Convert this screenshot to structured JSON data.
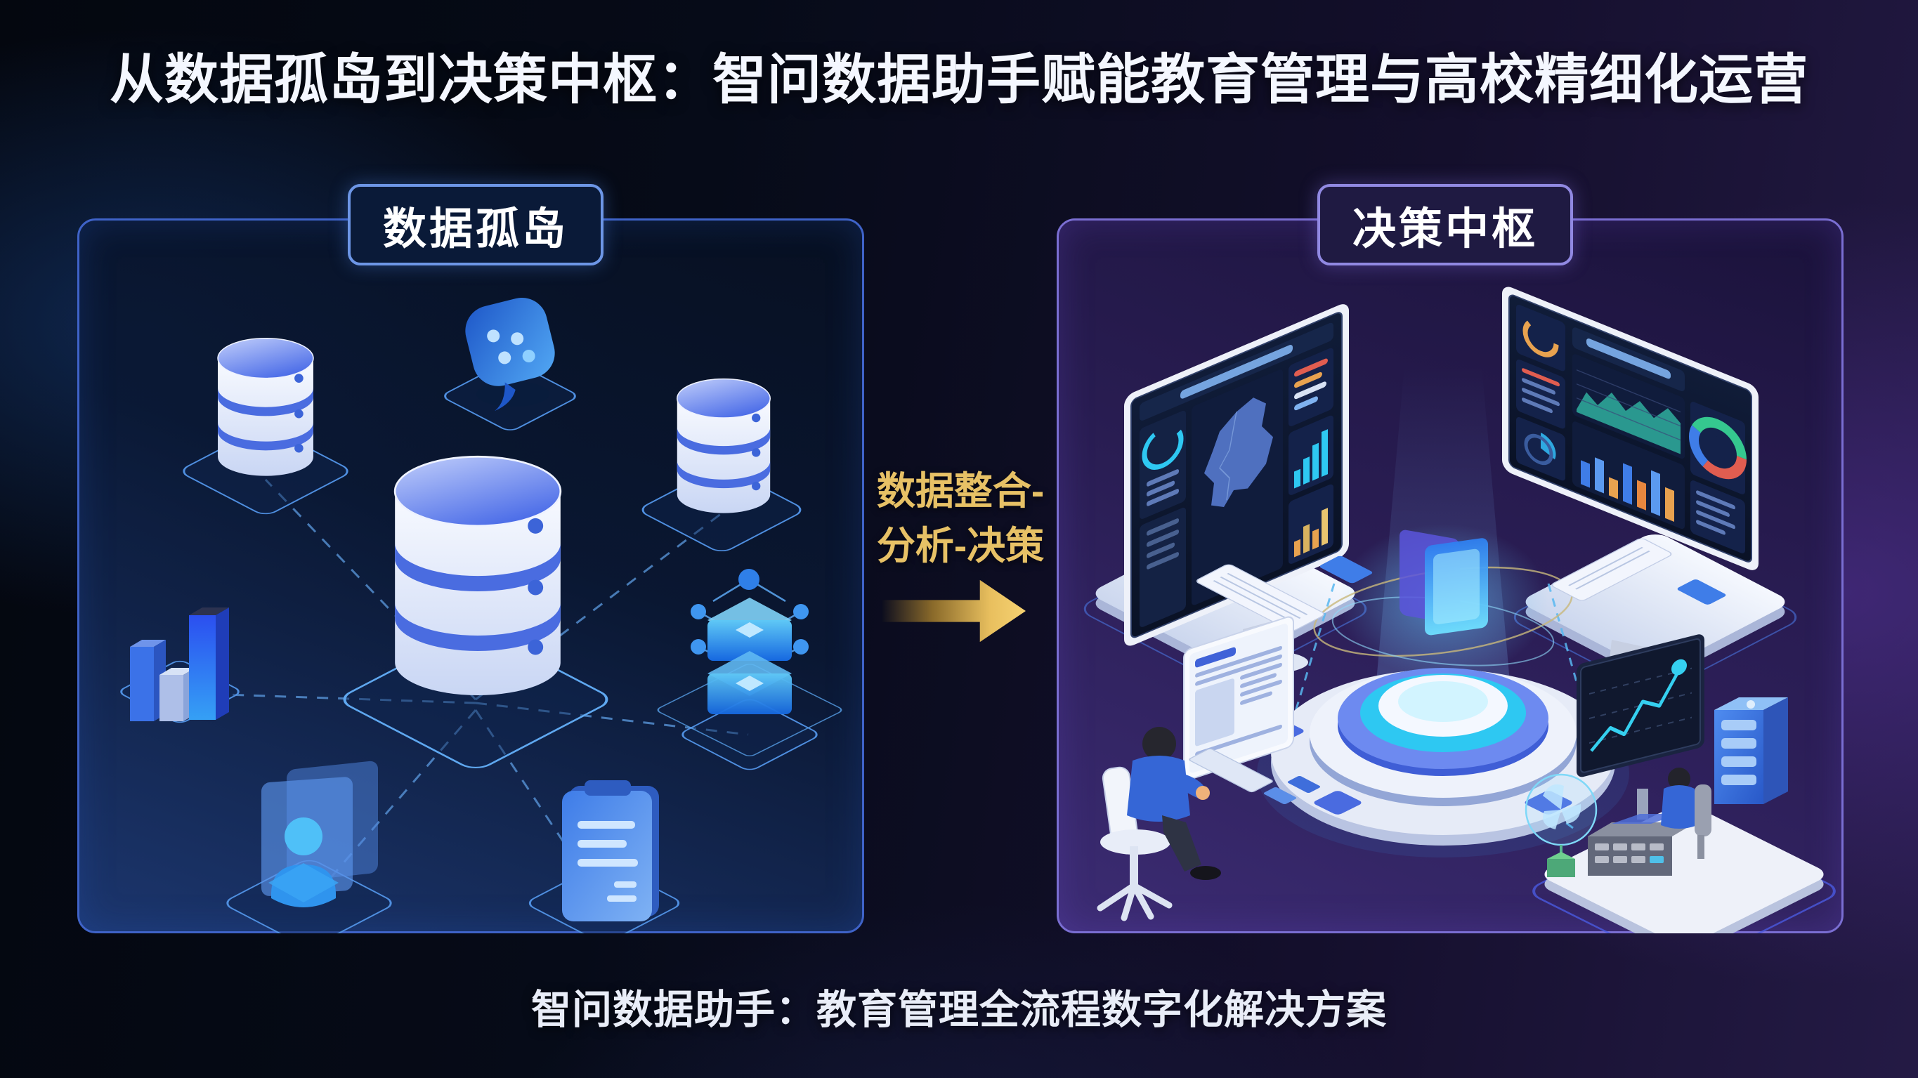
{
  "title": "从数据孤岛到决策中枢：智问数据助手赋能教育管理与高校精细化运营",
  "left_panel": {
    "label": "数据孤岛",
    "icons": [
      {
        "name": "database-small-top-left"
      },
      {
        "name": "chat-bubble"
      },
      {
        "name": "database-small-top-right"
      },
      {
        "name": "bar-chart-3d"
      },
      {
        "name": "database-main"
      },
      {
        "name": "data-layers-nodes"
      },
      {
        "name": "user-profile-card"
      },
      {
        "name": "document-clipboard"
      }
    ]
  },
  "right_panel": {
    "label": "决策中枢",
    "elements": [
      {
        "name": "dashboard-monitor-map"
      },
      {
        "name": "dashboard-monitor-charts"
      },
      {
        "name": "central-data-hub-pedestal"
      },
      {
        "name": "hologram-folder"
      },
      {
        "name": "analyst-workstation"
      },
      {
        "name": "control-station"
      },
      {
        "name": "server-tower"
      }
    ]
  },
  "transition": {
    "line1": "数据整合-",
    "line2": "分析-决策",
    "arrow_direction": "right"
  },
  "footer": "智问数据助手：教育管理全流程数字化解决方案",
  "colors": {
    "gold_accent": "#e7c166",
    "left_panel_border": "#3f63c8",
    "right_panel_border": "#7a6ed2",
    "left_label_border": "#6d96e6",
    "right_label_border": "#9189e2",
    "icon_blue": "#3f7de8",
    "cyan_accent": "#2ec8f2",
    "platform_line": "#4f8fe0",
    "background_left": "#0a1a38",
    "background_right": "#2b1e56"
  }
}
